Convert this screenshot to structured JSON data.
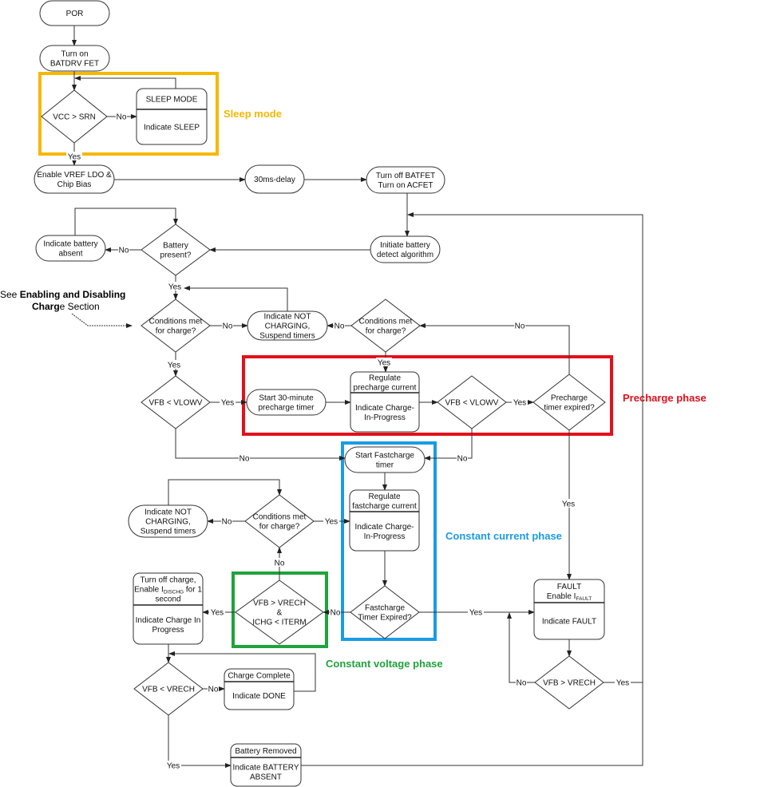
{
  "nodes": {
    "por": {
      "lines": [
        "POR"
      ]
    },
    "batdrv": {
      "lines": [
        "Turn on",
        "BATDRV FET"
      ]
    },
    "vcc": {
      "lines": [
        "VCC > SRN"
      ]
    },
    "sleep": {
      "title": [
        "SLEEP MODE"
      ],
      "body": [
        "Indicate SLEEP"
      ]
    },
    "enable_vref": {
      "lines": [
        "Enable VREF LDO &",
        "Chip Bias"
      ]
    },
    "delay": {
      "lines": [
        "30ms-delay"
      ]
    },
    "batfet": {
      "lines": [
        "Turn off BATFET",
        "Turn on ACFET"
      ]
    },
    "bat_absent": {
      "lines": [
        "Indicate battery",
        "absent"
      ]
    },
    "bat_present": {
      "lines": [
        "Battery",
        "present?"
      ]
    },
    "detect": {
      "lines": [
        "Initiate battery",
        "detect algorithm"
      ]
    },
    "cond1": {
      "lines": [
        "Conditions met",
        "for charge?"
      ]
    },
    "notchg1": {
      "lines": [
        "Indicate NOT",
        "CHARGING,",
        "Suspend timers"
      ]
    },
    "cond2": {
      "lines": [
        "Conditions met",
        "for charge?"
      ]
    },
    "vlowv1": {
      "lines": [
        "VFB < VLOWV"
      ]
    },
    "start30": {
      "lines": [
        "Start 30-minute",
        "precharge timer"
      ]
    },
    "reg_pre": {
      "title": [
        "Regulate",
        "precharge current"
      ],
      "body": [
        "Indicate Charge-",
        "In-Progress"
      ]
    },
    "vlowv2": {
      "lines": [
        "VFB < VLOWV"
      ]
    },
    "pre_exp": {
      "lines": [
        "Precharge",
        "timer expired?"
      ]
    },
    "start_fc": {
      "lines": [
        "Start Fastcharge",
        "timer"
      ]
    },
    "reg_fc": {
      "title": [
        "Regulate",
        "fastcharge  current"
      ],
      "body": [
        "Indicate Charge-",
        "In-Progress"
      ]
    },
    "fc_exp": {
      "lines": [
        "Fastcharge",
        "Timer Expired?"
      ]
    },
    "cond3": {
      "lines": [
        "Conditions met",
        "for charge?"
      ]
    },
    "notchg3": {
      "lines": [
        "Indicate NOT",
        "CHARGING,",
        "Suspend timers"
      ]
    },
    "cv": {
      "lines": [
        "VFB > VRECH",
        "&",
        "ICHG < ITERM"
      ]
    },
    "turnoff": {
      "title": [
        "Turn off charge,",
        {
          "pre": "Enable I",
          "sub": "DISCHG",
          "post": " for 1"
        },
        "second"
      ],
      "body": [
        "Indicate Charge In",
        "Progress"
      ]
    },
    "vrech1": {
      "lines": [
        "VFB < VRECH"
      ]
    },
    "complete": {
      "title": [
        "Charge Complete"
      ],
      "body": [
        "Indicate DONE"
      ]
    },
    "removed": {
      "title": [
        "Battery Removed"
      ],
      "body": [
        "Indicate BATTERY",
        "ABSENT"
      ]
    },
    "fault": {
      "title": [
        "FAULT",
        {
          "pre": "Enable I",
          "sub": "FAULT",
          "post": ""
        }
      ],
      "body": [
        "Indicate FAULT"
      ]
    },
    "vrech2": {
      "lines": [
        "VFB > VRECH"
      ]
    }
  },
  "connectors": [
    {
      "from": "por",
      "to": "batdrv",
      "label": ""
    },
    {
      "from": "batdrv",
      "to": "vcc",
      "label": ""
    },
    {
      "from": "sleep",
      "to": "vcc",
      "label": ""
    },
    {
      "from": "vcc",
      "to": "sleep",
      "label": "No"
    },
    {
      "from": "vcc",
      "to": "enable_vref",
      "label": "Yes"
    },
    {
      "from": "enable_vref",
      "to": "delay",
      "label": ""
    },
    {
      "from": "delay",
      "to": "batfet",
      "label": ""
    },
    {
      "from": "batfet",
      "to": "detect",
      "label": ""
    },
    {
      "from": "removed",
      "to": "detect",
      "label": ""
    },
    {
      "from": "detect",
      "to": "bat_present",
      "label": ""
    },
    {
      "from": "bat_present",
      "to": "bat_absent",
      "label": "No"
    },
    {
      "from": "bat_absent",
      "to": "bat_present",
      "label": ""
    },
    {
      "from": "bat_present",
      "to": "cond1",
      "label": "Yes"
    },
    {
      "from": "notchg1",
      "to": "cond1",
      "label": ""
    },
    {
      "from": "cond1",
      "to": "notchg1",
      "label": "No"
    },
    {
      "from": "cond2",
      "to": "notchg1",
      "label": "No"
    },
    {
      "from": "cond2",
      "to": "reg_pre",
      "label": "Yes"
    },
    {
      "from": "pre_exp",
      "to": "cond2",
      "label": "No"
    },
    {
      "from": "cond1",
      "to": "vlowv1",
      "label": "Yes"
    },
    {
      "from": "vlowv1",
      "to": "start30",
      "label": "Yes"
    },
    {
      "from": "start30",
      "to": "reg_pre",
      "label": ""
    },
    {
      "from": "reg_pre",
      "to": "vlowv2",
      "label": ""
    },
    {
      "from": "vlowv2",
      "to": "pre_exp",
      "label": "Yes"
    },
    {
      "from": "vlowv1",
      "to": "start_fc",
      "label": "No"
    },
    {
      "from": "vlowv2",
      "to": "start_fc",
      "label": "No"
    },
    {
      "from": "pre_exp",
      "to": "fault",
      "label": "Yes"
    },
    {
      "from": "start_fc",
      "to": "reg_fc",
      "label": ""
    },
    {
      "from": "reg_fc",
      "to": "fc_exp",
      "label": ""
    },
    {
      "from": "fc_exp",
      "to": "fault",
      "label": "Yes"
    },
    {
      "from": "fc_exp",
      "to": "cv",
      "label": "No"
    },
    {
      "from": "cv",
      "to": "cond3",
      "label": "No"
    },
    {
      "from": "cond3",
      "to": "reg_fc",
      "label": "Yes"
    },
    {
      "from": "cond3",
      "to": "notchg3",
      "label": "No"
    },
    {
      "from": "notchg3",
      "to": "cond3",
      "label": ""
    },
    {
      "from": "cv",
      "to": "turnoff",
      "label": "Yes"
    },
    {
      "from": "turnoff",
      "to": "vrech1",
      "label": ""
    },
    {
      "from": "vrech1",
      "to": "complete",
      "label": "No"
    },
    {
      "from": "complete",
      "to": "vrech1",
      "label": ""
    },
    {
      "from": "vrech1",
      "to": "removed",
      "label": "Yes"
    },
    {
      "from": "fault",
      "to": "vrech2",
      "label": ""
    },
    {
      "from": "vrech2",
      "to": "fault",
      "label": "No"
    },
    {
      "from": "vrech2",
      "to": "detect",
      "label": "Yes"
    }
  ],
  "phases": [
    {
      "label": "Sleep mode",
      "color": "#f5b800"
    },
    {
      "label": "Precharge phase",
      "color": "#e3101b"
    },
    {
      "label": "Constant current phase",
      "color": "#1a9be6"
    },
    {
      "label": "Constant voltage phase",
      "color": "#1fa33a"
    }
  ],
  "note": {
    "pre": "See ",
    "bold1": "Enabling and Disabling",
    "bold2": "Charg",
    "post2": "e Section"
  },
  "colors": {
    "line": "#333333",
    "node_fill": "#ffffff"
  }
}
